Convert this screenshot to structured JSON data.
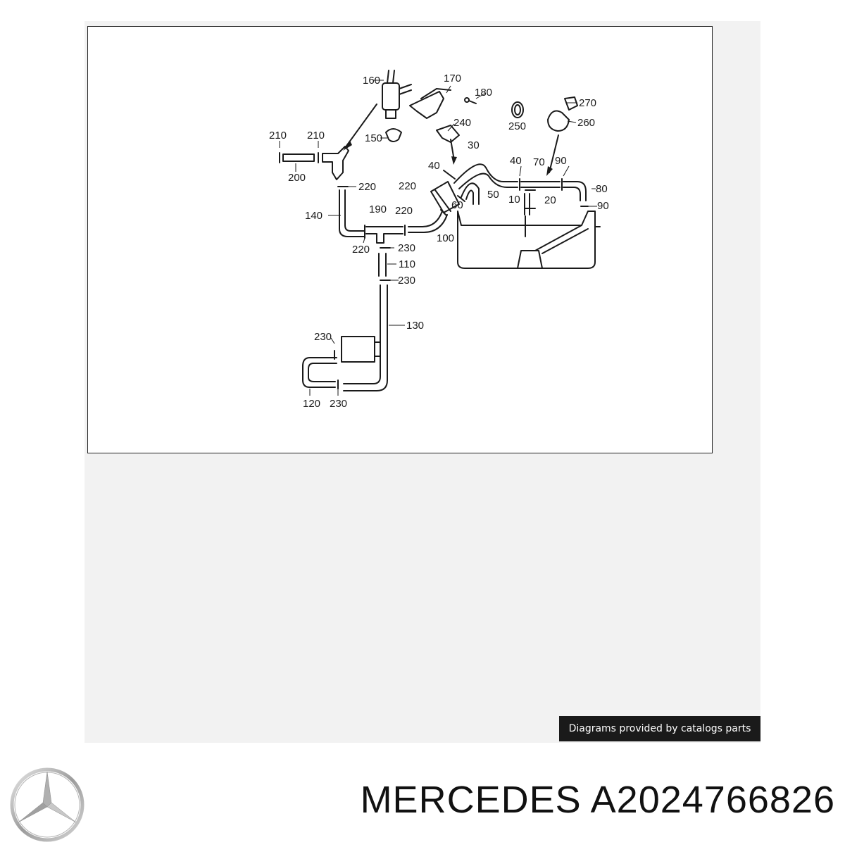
{
  "diagram": {
    "part_labels": [
      "160",
      "170",
      "180",
      "150",
      "240",
      "250",
      "270",
      "260",
      "210",
      "210",
      "200",
      "220",
      "30",
      "40",
      "40",
      "70",
      "90",
      "220",
      "50",
      "80",
      "60",
      "10",
      "20",
      "90",
      "140",
      "190",
      "220",
      "100",
      "220",
      "230",
      "110",
      "230",
      "130",
      "230",
      "120",
      "230"
    ]
  },
  "watermark": {
    "text": "Diagrams provided by catalogs parts"
  },
  "footer": {
    "brand": "MERCEDES",
    "part_number": "A2024766826",
    "logo": "mercedes-star-logo"
  },
  "colors": {
    "line": "#1a1a1a",
    "panel": "#f2f2f2",
    "watermark_bg": "#1a1a1a"
  }
}
